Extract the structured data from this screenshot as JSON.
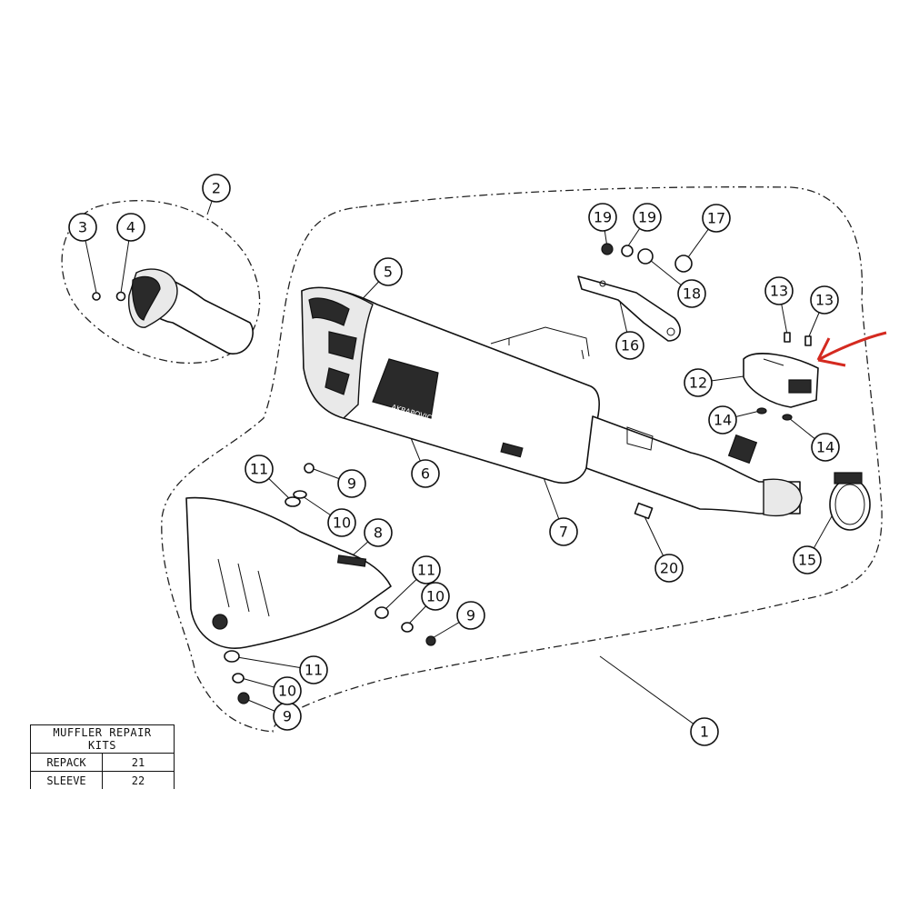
{
  "brand_mark_text": "AKRAPOVIC",
  "callouts": [
    {
      "id": "c1",
      "label": "1"
    },
    {
      "id": "c2",
      "label": "2"
    },
    {
      "id": "c3",
      "label": "3"
    },
    {
      "id": "c4",
      "label": "4"
    },
    {
      "id": "c5",
      "label": "5"
    },
    {
      "id": "c6",
      "label": "6"
    },
    {
      "id": "c7",
      "label": "7"
    },
    {
      "id": "c8",
      "label": "8"
    },
    {
      "id": "c9a",
      "label": "9"
    },
    {
      "id": "c9b",
      "label": "9"
    },
    {
      "id": "c9c",
      "label": "9"
    },
    {
      "id": "c10a",
      "label": "10"
    },
    {
      "id": "c10b",
      "label": "10"
    },
    {
      "id": "c10c",
      "label": "10"
    },
    {
      "id": "c11a",
      "label": "11"
    },
    {
      "id": "c11b",
      "label": "11"
    },
    {
      "id": "c11c",
      "label": "11"
    },
    {
      "id": "c12",
      "label": "12"
    },
    {
      "id": "c13a",
      "label": "13"
    },
    {
      "id": "c13b",
      "label": "13"
    },
    {
      "id": "c14a",
      "label": "14"
    },
    {
      "id": "c14b",
      "label": "14"
    },
    {
      "id": "c15",
      "label": "15"
    },
    {
      "id": "c16",
      "label": "16"
    },
    {
      "id": "c17",
      "label": "17"
    },
    {
      "id": "c18",
      "label": "18"
    },
    {
      "id": "c19a",
      "label": "19"
    },
    {
      "id": "c19b",
      "label": "19"
    },
    {
      "id": "c20",
      "label": "20"
    }
  ],
  "repair_kits": {
    "title": "MUFFLER REPAIR KITS",
    "rows": [
      {
        "name": "REPACK",
        "number": "21"
      },
      {
        "name": "SLEEVE",
        "number": "22"
      }
    ]
  },
  "colors": {
    "line": "#111111",
    "annotation_arrow": "#d42a20"
  }
}
